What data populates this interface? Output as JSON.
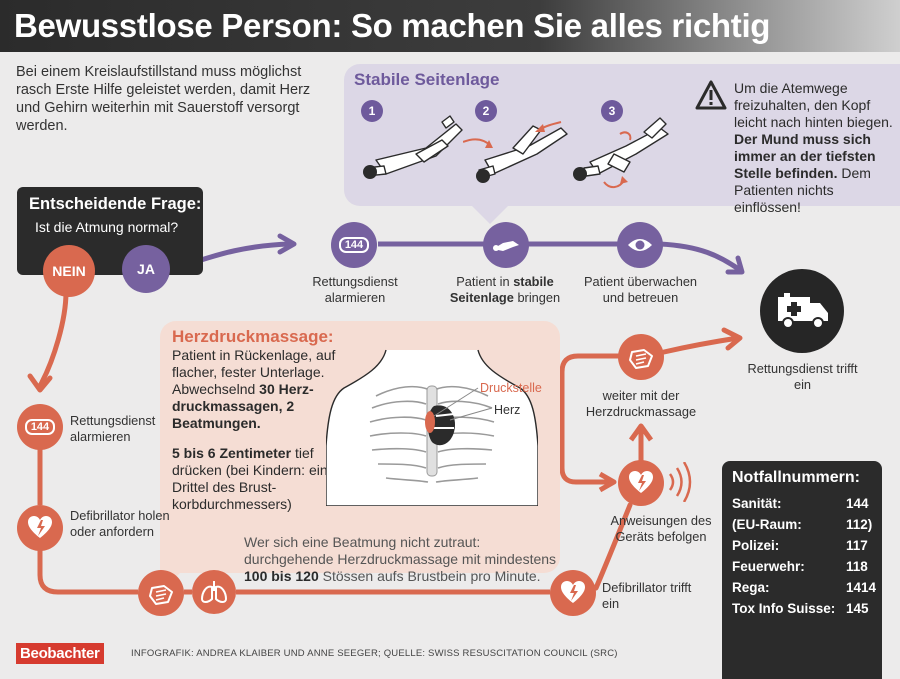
{
  "title": "Bewusstlose Person: So machen Sie alles richtig",
  "intro": "Bei einem Kreislaufstillstand muss möglichst rasch Erste Hilfe geleistet werden, damit Herz und Gehirn weiterhin mit Sauerstoff versorgt werden.",
  "stable_position": {
    "title": "Stabile Seitenlage",
    "steps": [
      "1",
      "2",
      "3"
    ],
    "warning_plain_1": "Um die Atemwege freizuhalten, den Kopf leicht nach hinten biegen.",
    "warning_bold": "Der Mund muss sich immer an der tiefsten Stelle befinden.",
    "warning_plain_2": "Dem Patienten nichts einflössen!"
  },
  "question": {
    "heading": "Entscheidende Frage:",
    "text": "Ist die Atmung normal?",
    "no": "NEIN",
    "yes": "JA"
  },
  "yes_path": {
    "call_number": "144",
    "call_label": "Rettungsdienst alarmieren",
    "stable_label_pre": "Patient in",
    "stable_label_bold": "stabile Seitenlage",
    "stable_label_post": "bringen",
    "monitor_label": "Patient überwachen und betreuen",
    "arrival_label": "Rettungsdienst trifft ein"
  },
  "cpr": {
    "title": "Herzdruckmassage:",
    "text_plain": "Patient in Rückenlage, auf flacher, fester Unterlage. Abwechselnd",
    "text_bold": "30 Herz­druckmassagen, 2 Beatmungen.",
    "depth_bold": "5 bis 6 Zentimeter",
    "depth_plain": "tief drücken (bei Kindern: ein Drittel des Brust­korbdurchmessers)",
    "note_plain": "Wer sich eine Beatmung nicht zutraut: durchgehende Herzdruckmassage mit mindestens",
    "note_bold": "100 bis 120",
    "note_end": "Stössen aufs Brustbein pro Minute.",
    "pressure_point": "Druckstelle",
    "heart": "Herz"
  },
  "no_path": {
    "call_number": "144",
    "call_label": "Rettungsdienst alarmieren",
    "defib_label": "Defibrillator holen oder anfordern",
    "defib_arrives": "Defibrillator trifft ein",
    "follow_device": "Anweisungen des Geräts befolgen",
    "continue_cpr": "weiter mit der Herzdruckmassage"
  },
  "emergency_numbers": {
    "title": "Notfallnummern:",
    "rows": [
      {
        "name": "Sanität:",
        "number": "144"
      },
      {
        "name": "(EU-Raum:",
        "number": "112)"
      },
      {
        "name": "Polizei:",
        "number": "117"
      },
      {
        "name": "Feuerwehr:",
        "number": "118"
      },
      {
        "name": "Rega:",
        "number": "1414"
      },
      {
        "name": "Tox Info Suisse:",
        "number": "145"
      }
    ]
  },
  "footer": {
    "logo": "Beobachter",
    "credits": "INFOGRAFIK: ANDREA KLAIBER UND ANNE SEEGER; QUELLE: SWISS RESUSCITATION COUNCIL (SRC)"
  },
  "colors": {
    "purple": "#76619f",
    "red": "#d9694f",
    "dark": "#262626",
    "purple_panel": "#dcd7e6",
    "orange_panel": "#f5ddd4"
  }
}
